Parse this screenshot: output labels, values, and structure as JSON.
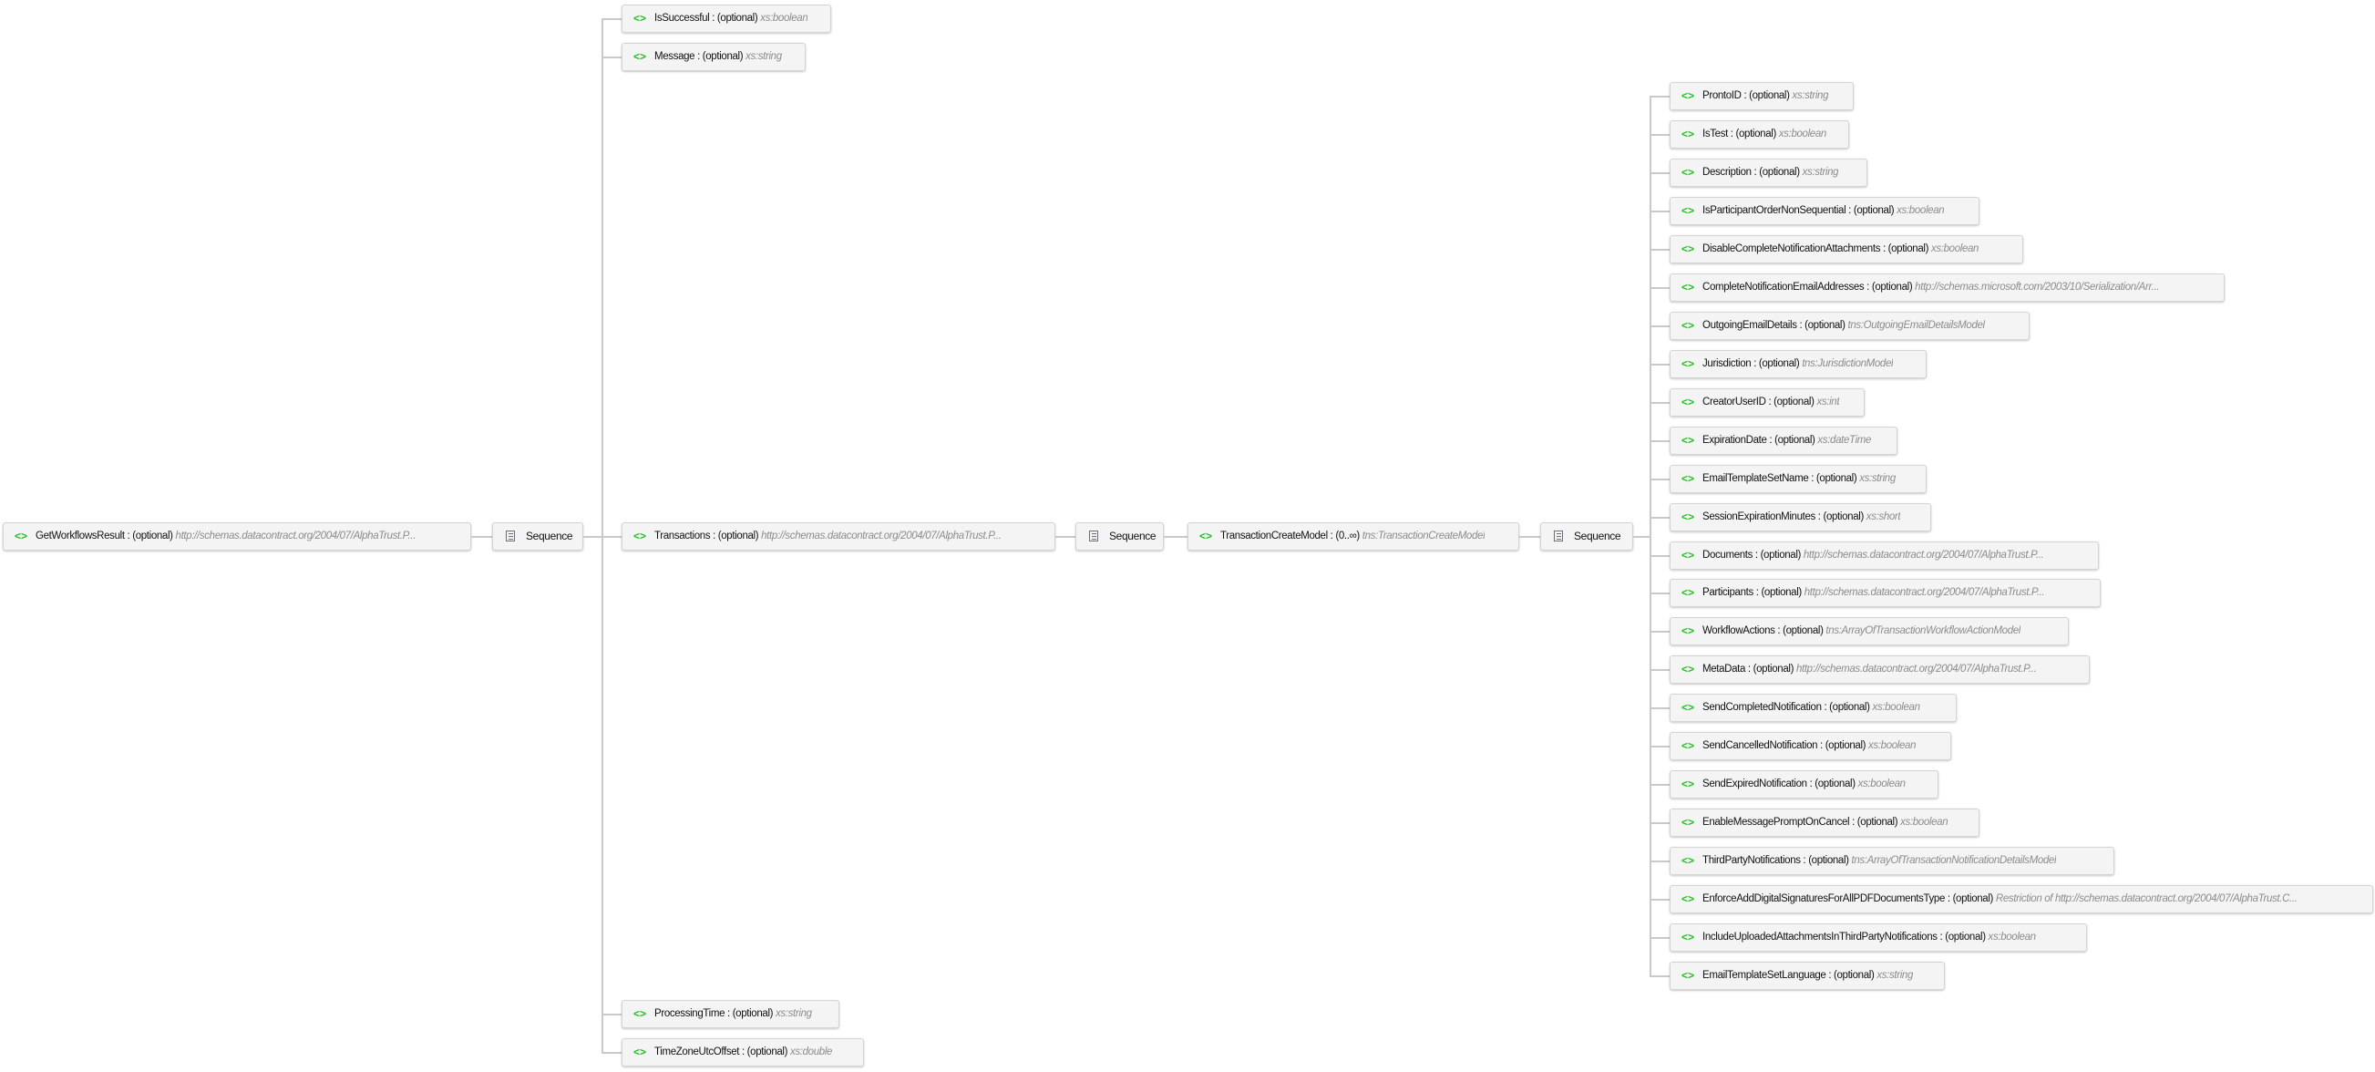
{
  "root": {
    "name": "GetWorkflowsResult",
    "occurrence": "(optional)",
    "type": "http://schemas.datacontract.org/2004/07/AlphaTrust.P..."
  },
  "sequences": [
    "Sequence",
    "Sequence",
    "Sequence"
  ],
  "level1": [
    {
      "name": "IsSuccessful",
      "occurrence": "(optional)",
      "type": "xs:boolean"
    },
    {
      "name": "Message",
      "occurrence": "(optional)",
      "type": "xs:string"
    },
    {
      "name": "Transactions",
      "occurrence": "(optional)",
      "type": "http://schemas.datacontract.org/2004/07/AlphaTrust.P..."
    },
    {
      "name": "ProcessingTime",
      "occurrence": "(optional)",
      "type": "xs:string"
    },
    {
      "name": "TimeZoneUtcOffset",
      "occurrence": "(optional)",
      "type": "xs:double"
    }
  ],
  "transaction_model": {
    "name": "TransactionCreateModel",
    "occurrence": "(0..∞)",
    "type": "tns:TransactionCreateModel"
  },
  "fields": [
    {
      "name": "ProntoID",
      "occurrence": "(optional)",
      "type": "xs:string"
    },
    {
      "name": "IsTest",
      "occurrence": "(optional)",
      "type": "xs:boolean"
    },
    {
      "name": "Description",
      "occurrence": "(optional)",
      "type": "xs:string"
    },
    {
      "name": "IsParticipantOrderNonSequential",
      "occurrence": "(optional)",
      "type": "xs:boolean"
    },
    {
      "name": "DisableCompleteNotificationAttachments",
      "occurrence": "(optional)",
      "type": "xs:boolean"
    },
    {
      "name": "CompleteNotificationEmailAddresses",
      "occurrence": "(optional)",
      "type": "http://schemas.microsoft.com/2003/10/Serialization/Arr..."
    },
    {
      "name": "OutgoingEmailDetails",
      "occurrence": "(optional)",
      "type": "tns:OutgoingEmailDetailsModel"
    },
    {
      "name": "Jurisdiction",
      "occurrence": "(optional)",
      "type": "tns:JurisdictionModel"
    },
    {
      "name": "CreatorUserID",
      "occurrence": "(optional)",
      "type": "xs:int"
    },
    {
      "name": "ExpirationDate",
      "occurrence": "(optional)",
      "type": "xs:dateTime"
    },
    {
      "name": "EmailTemplateSetName",
      "occurrence": "(optional)",
      "type": "xs:string"
    },
    {
      "name": "SessionExpirationMinutes",
      "occurrence": "(optional)",
      "type": "xs:short"
    },
    {
      "name": "Documents",
      "occurrence": "(optional)",
      "type": "http://schemas.datacontract.org/2004/07/AlphaTrust.P..."
    },
    {
      "name": "Participants",
      "occurrence": "(optional)",
      "type": "http://schemas.datacontract.org/2004/07/AlphaTrust.P..."
    },
    {
      "name": "WorkflowActions",
      "occurrence": "(optional)",
      "type": "tns:ArrayOfTransactionWorkflowActionModel"
    },
    {
      "name": "MetaData",
      "occurrence": "(optional)",
      "type": "http://schemas.datacontract.org/2004/07/AlphaTrust.P..."
    },
    {
      "name": "SendCompletedNotification",
      "occurrence": "(optional)",
      "type": "xs:boolean"
    },
    {
      "name": "SendCancelledNotification",
      "occurrence": "(optional)",
      "type": "xs:boolean"
    },
    {
      "name": "SendExpiredNotification",
      "occurrence": "(optional)",
      "type": "xs:boolean"
    },
    {
      "name": "EnableMessagePromptOnCancel",
      "occurrence": "(optional)",
      "type": "xs:boolean"
    },
    {
      "name": "ThirdPartyNotifications",
      "occurrence": "(optional)",
      "type": "tns:ArrayOfTransactionNotificationDetailsModel"
    },
    {
      "name": "EnforceAddDigitalSignaturesForAllPDFDocumentsType",
      "occurrence": "(optional)",
      "type": "Restriction of http://schemas.datacontract.org/2004/07/AlphaTrust.C..."
    },
    {
      "name": "IncludeUploadedAttachmentsInThirdPartyNotifications",
      "occurrence": "(optional)",
      "type": "xs:boolean"
    },
    {
      "name": "EmailTemplateSetLanguage",
      "occurrence": "(optional)",
      "type": "xs:string"
    }
  ],
  "colors": {
    "element_icon": "#1fbf1f",
    "type_text": "#8c8c8c",
    "connector": "#c9c9c9"
  }
}
